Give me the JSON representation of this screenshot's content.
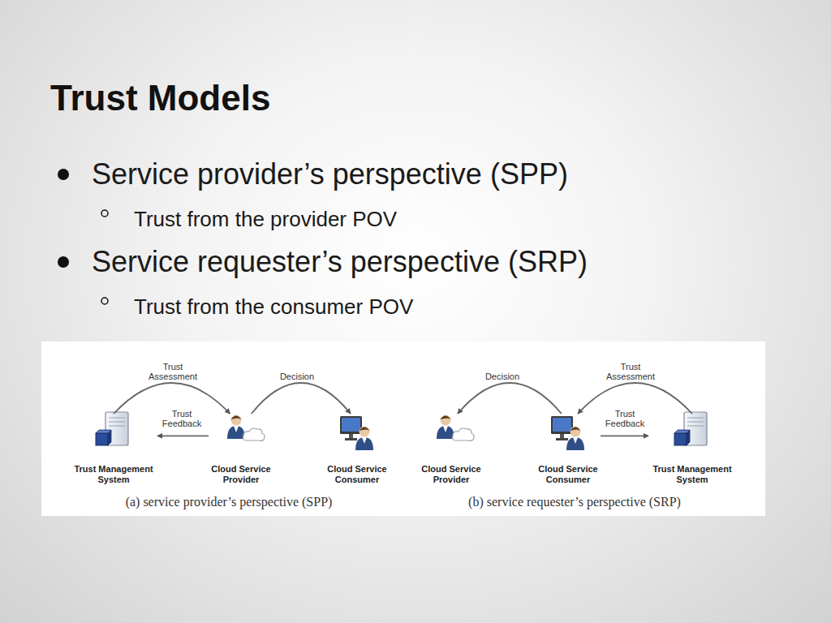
{
  "diagram": {
    "title": "Trust Models",
    "nodes": [
      {
        "text": [
          "Trust Management System"
        ]
      },
      {
        "text": [
          "Cloud Service Provider"
        ]
      },
      {
        "text": [
          "Cloud Service Consumer"
        ]
      },
      {
        "text": [
          "Cloud Service Provider"
        ]
      },
      {
        "text": [
          "Cloud Service Consumer"
        ]
      },
      {
        "text": [
          "Trust Management System"
        ]
      }
    ],
    "edges": [
      {
        "from": 0,
        "to": 1,
        "label": "Trust Assessment",
        "arrow": "to"
      },
      {
        "from": 1,
        "to": 0,
        "label": "Trust Feedback",
        "arrow": "to"
      },
      {
        "from": 1,
        "to": 2,
        "label": "Decision",
        "arrow": "to"
      },
      {
        "from": 4,
        "to": 3,
        "label": "Decision",
        "arrow": "to"
      },
      {
        "from": 5,
        "to": 4,
        "label": "Trust Assessment",
        "arrow": "to"
      },
      {
        "from": 4,
        "to": 5,
        "label": "Trust Feedback",
        "arrow": "to"
      }
    ],
    "labels": [
      "Service provider’s perspective (SPP)",
      "Trust from the provider POV",
      "Service requester’s perspective (SRP)",
      "Trust from the consumer POV",
      "(a) service provider’s perspective (SPP)",
      "(b) service requester’s perspective (SRP)"
    ]
  }
}
